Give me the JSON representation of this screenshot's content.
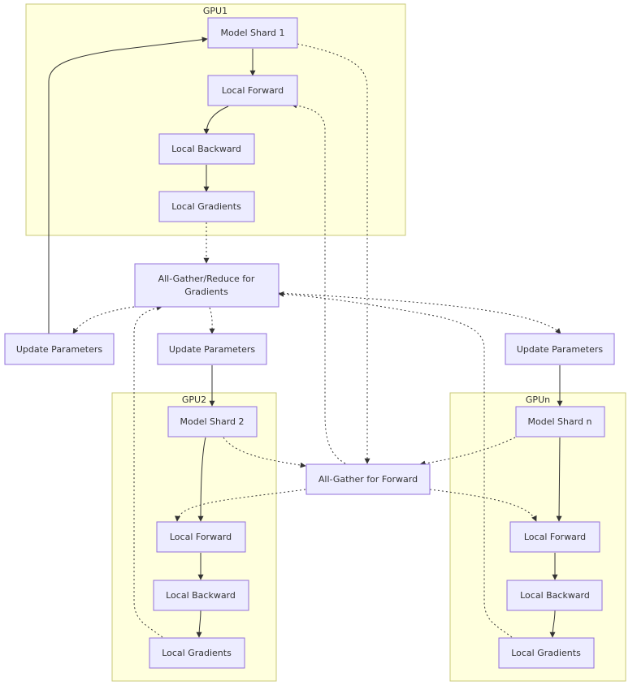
{
  "clusters": {
    "gpu1": "GPU1",
    "gpu2": "GPU2",
    "gpun": "GPUn"
  },
  "nodes": {
    "gpu1_shard": "Model Shard 1",
    "gpu1_forward": "Local Forward",
    "gpu1_backward": "Local Backward",
    "gpu1_gradients": "Local Gradients",
    "allreduce_line1": "All-Gather/Reduce for",
    "allreduce_line2": "Gradients",
    "update_left": "Update Parameters",
    "update_mid": "Update Parameters",
    "update_right": "Update Parameters",
    "gpu2_shard": "Model Shard 2",
    "gpu2_forward": "Local Forward",
    "gpu2_backward": "Local Backward",
    "gpu2_gradients": "Local Gradients",
    "allgather_forward": "All-Gather for Forward",
    "gpun_shard": "Model Shard n",
    "gpun_forward": "Local Forward",
    "gpun_backward": "Local Backward",
    "gpun_gradients": "Local Gradients"
  },
  "colors": {
    "cluster_fill": "#ffffde",
    "cluster_stroke": "#c8c878",
    "node_fill": "#ececff",
    "node_stroke": "#9370db",
    "edge": "#333333"
  }
}
